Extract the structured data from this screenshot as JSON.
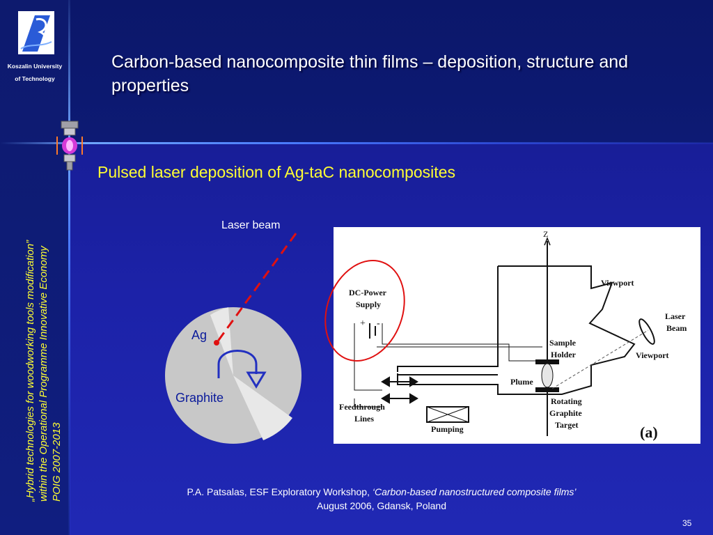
{
  "sidebar": {
    "university_line1": "Koszalin University",
    "university_line2": "of Technology",
    "program_line1": "„Hybrid technologies for woodworking tools modification”",
    "program_line2": "within the Operational Programme Innovative Economy",
    "program_line3": "POIG 2007-2013"
  },
  "slide": {
    "title": "Carbon-based nanocomposite thin films – deposition, structure and properties",
    "subtitle": "Pulsed laser deposition of Ag-taC nanocomposites",
    "page_number": "35"
  },
  "target_diagram": {
    "laser_label": "Laser beam",
    "ag_label": "Ag",
    "graphite_label": "Graphite"
  },
  "schematic": {
    "z_label": "Z",
    "viewport_top": "Viewport",
    "laser_beam_line1": "Laser",
    "laser_beam_line2": "Beam",
    "viewport_right": "Viewport",
    "dc_power_line1": "DC-Power",
    "dc_power_line2": "Supply",
    "sample_holder_line1": "Sample",
    "sample_holder_line2": "Holder",
    "plume": "Plume",
    "rotating_line1": "Rotating",
    "rotating_line2": "Graphite",
    "rotating_line3": "Target",
    "feedthrough_line1": "Feedthrough",
    "feedthrough_line2": "Lines",
    "pumping": "Pumping",
    "panel_tag": "(a)",
    "plus_sign": "+",
    "minus_sign": "-"
  },
  "citation": {
    "line1_prefix": "P.A. Patsalas, ESF Exploratory Workshop, ",
    "line1_italic": "‘Carbon-based nanostructured composite films’",
    "line2": "August 2006, Gdansk, Poland"
  },
  "colors": {
    "background": "#1c22a8",
    "title_text": "#ffffff",
    "subtitle_text": "#ffff33",
    "laser_beam": "#e01010"
  }
}
